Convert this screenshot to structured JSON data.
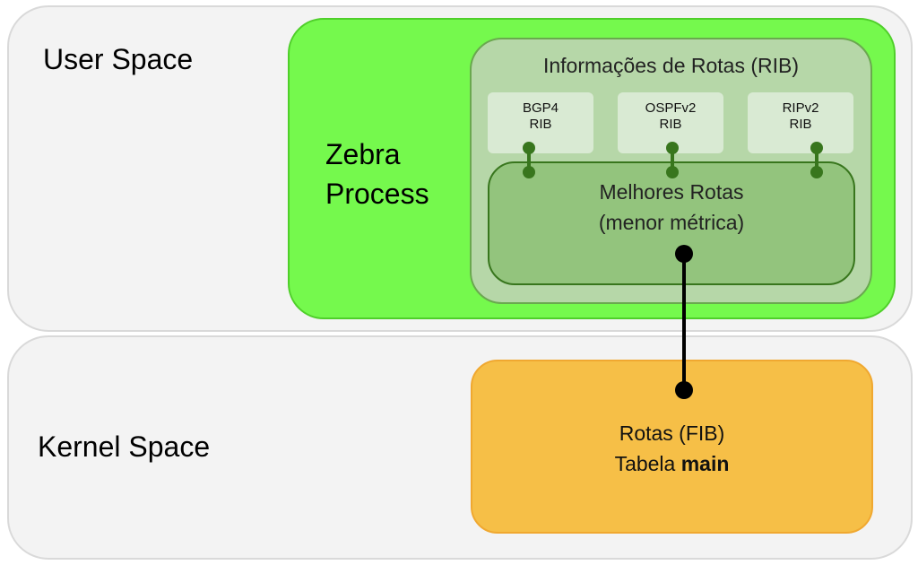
{
  "user_space": {
    "label": "User Space"
  },
  "kernel_space": {
    "label": "Kernel Space"
  },
  "zebra": {
    "line1": "Zebra",
    "line2": "Process"
  },
  "rib": {
    "title": "Informações de Rotas (RIB)",
    "protocols": [
      {
        "name": "BGP4",
        "sub": "RIB"
      },
      {
        "name": "OSPFv2",
        "sub": "RIB"
      },
      {
        "name": "RIPv2",
        "sub": "RIB"
      }
    ]
  },
  "best_routes": {
    "line1": "Melhores Rotas",
    "line2": "(menor métrica)"
  },
  "fib": {
    "line1": "Rotas (FIB)",
    "line2_prefix": "Tabela ",
    "line2_bold": "main"
  },
  "colors": {
    "zebra": "#75f94d",
    "rib": "#b6d7a8",
    "protocol": "#d9ead3",
    "best": "#93c47d",
    "fib": "#f6bf47",
    "connector_small": "#38761d",
    "connector_main": "#000000"
  }
}
